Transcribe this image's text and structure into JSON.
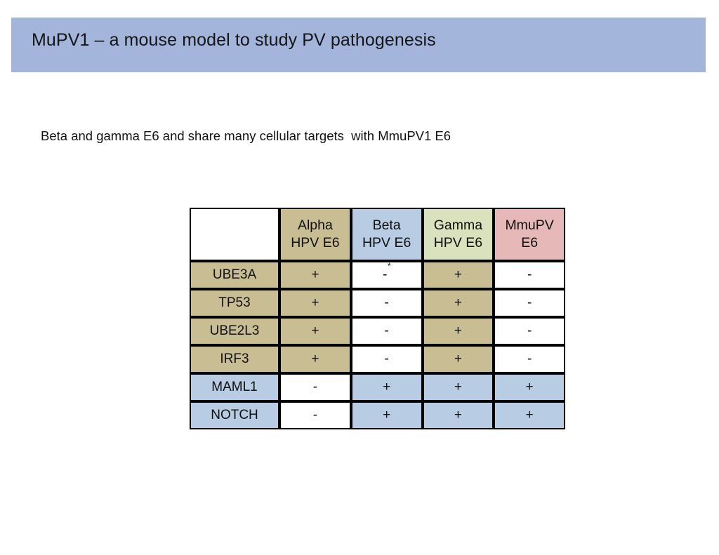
{
  "slide": {
    "title": "MuPV1 – a mouse model to study PV pathogenesis",
    "subtitle": "Beta and gamma E6 and share many cellular targets  with MmuPV1 E6",
    "colors": {
      "title_banner": "#a3b5db",
      "tan": "#c9bd93",
      "blue": "#b8cce4",
      "green": "#d9e2bc",
      "pink": "#e6b9b8",
      "white": "#ffffff",
      "border": "#000000",
      "background": "#ffffff"
    }
  },
  "table": {
    "corner_label": "",
    "columns": [
      {
        "line1": "Alpha",
        "line2": "HPV E6",
        "fill": "tan"
      },
      {
        "line1": "Beta",
        "line2": "HPV E6",
        "fill": "blue"
      },
      {
        "line1": "Gamma",
        "line2": "HPV E6",
        "fill": "green"
      },
      {
        "line1": "MmuPV",
        "line2": "E6",
        "fill": "pink"
      }
    ],
    "rows": [
      {
        "label": "UBE3A",
        "label_fill": "tan",
        "cells": [
          {
            "value": "+",
            "note": "",
            "fill": "tan"
          },
          {
            "value": "-",
            "note": "*",
            "fill": "white"
          },
          {
            "value": "+",
            "note": "",
            "fill": "tan"
          },
          {
            "value": "-",
            "note": "",
            "fill": "white"
          }
        ]
      },
      {
        "label": "TP53",
        "label_fill": "tan",
        "cells": [
          {
            "value": "+",
            "note": "",
            "fill": "tan"
          },
          {
            "value": "-",
            "note": "",
            "fill": "white"
          },
          {
            "value": "+",
            "note": "",
            "fill": "tan"
          },
          {
            "value": "-",
            "note": "",
            "fill": "white"
          }
        ]
      },
      {
        "label": "UBE2L3",
        "label_fill": "tan",
        "cells": [
          {
            "value": "+",
            "note": "",
            "fill": "tan"
          },
          {
            "value": "-",
            "note": "",
            "fill": "white"
          },
          {
            "value": "+",
            "note": "",
            "fill": "tan"
          },
          {
            "value": "-",
            "note": "",
            "fill": "white"
          }
        ]
      },
      {
        "label": "IRF3",
        "label_fill": "tan",
        "cells": [
          {
            "value": "+",
            "note": "",
            "fill": "tan"
          },
          {
            "value": "-",
            "note": "",
            "fill": "white"
          },
          {
            "value": "+",
            "note": "",
            "fill": "tan"
          },
          {
            "value": "-",
            "note": "",
            "fill": "white"
          }
        ]
      },
      {
        "label": "MAML1",
        "label_fill": "blue",
        "cells": [
          {
            "value": "-",
            "note": "",
            "fill": "white"
          },
          {
            "value": "+",
            "note": "",
            "fill": "blue"
          },
          {
            "value": "+",
            "note": "",
            "fill": "blue"
          },
          {
            "value": "+",
            "note": "",
            "fill": "blue"
          }
        ]
      },
      {
        "label": "NOTCH",
        "label_fill": "blue",
        "cells": [
          {
            "value": "-",
            "note": "",
            "fill": "white"
          },
          {
            "value": "+",
            "note": "",
            "fill": "blue"
          },
          {
            "value": "+",
            "note": "",
            "fill": "blue"
          },
          {
            "value": "+",
            "note": "",
            "fill": "blue"
          }
        ]
      }
    ]
  }
}
